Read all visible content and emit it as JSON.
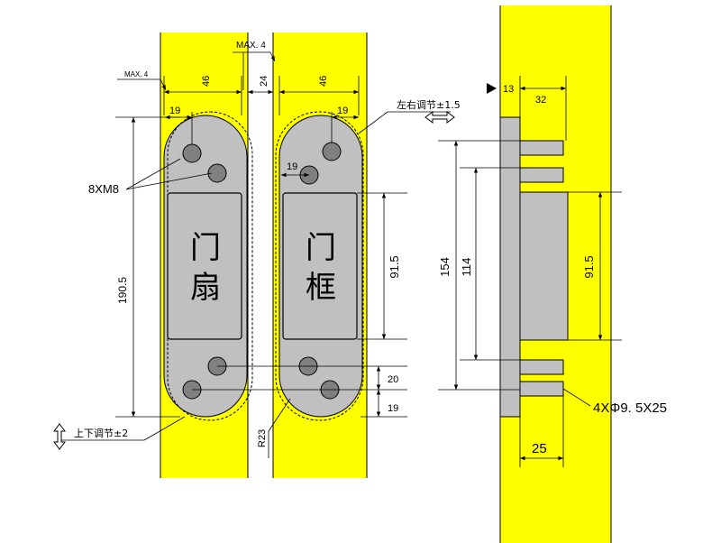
{
  "colors": {
    "panel": "#ffff00",
    "plate": "#c0c0c0",
    "hole": "#808080",
    "line": "#000000",
    "background": "#ffffff"
  },
  "left_view": {
    "leaf_label_top": "门",
    "leaf_label_bottom": "扇",
    "frame_label_top": "门",
    "frame_label_bottom": "框",
    "dims": {
      "max_gap_left": "MAX. 4",
      "max_gap_top": "MAX. 4",
      "leaf_width": "46",
      "frame_width": "46",
      "center_gap": "24",
      "leaf_hole_offset": "19",
      "frame_hole_offset": "19",
      "frame_hole_offset_inner": "19",
      "screw_spec": "8XM8",
      "leaf_length": "190.5",
      "body_height": "91.5",
      "hole_pitch": "20",
      "hole_bottom": "19",
      "radius": "R23",
      "lateral_adjust": "左右调节±1.5",
      "vertical_adjust": "上下调节±2"
    }
  },
  "right_view": {
    "dims": {
      "offset_13": "13",
      "offset_32": "32",
      "height_154": "154",
      "height_114": "114",
      "body_height": "91.5",
      "slot_spec": "4XΦ9. 5X25",
      "slot_length": "25"
    }
  }
}
